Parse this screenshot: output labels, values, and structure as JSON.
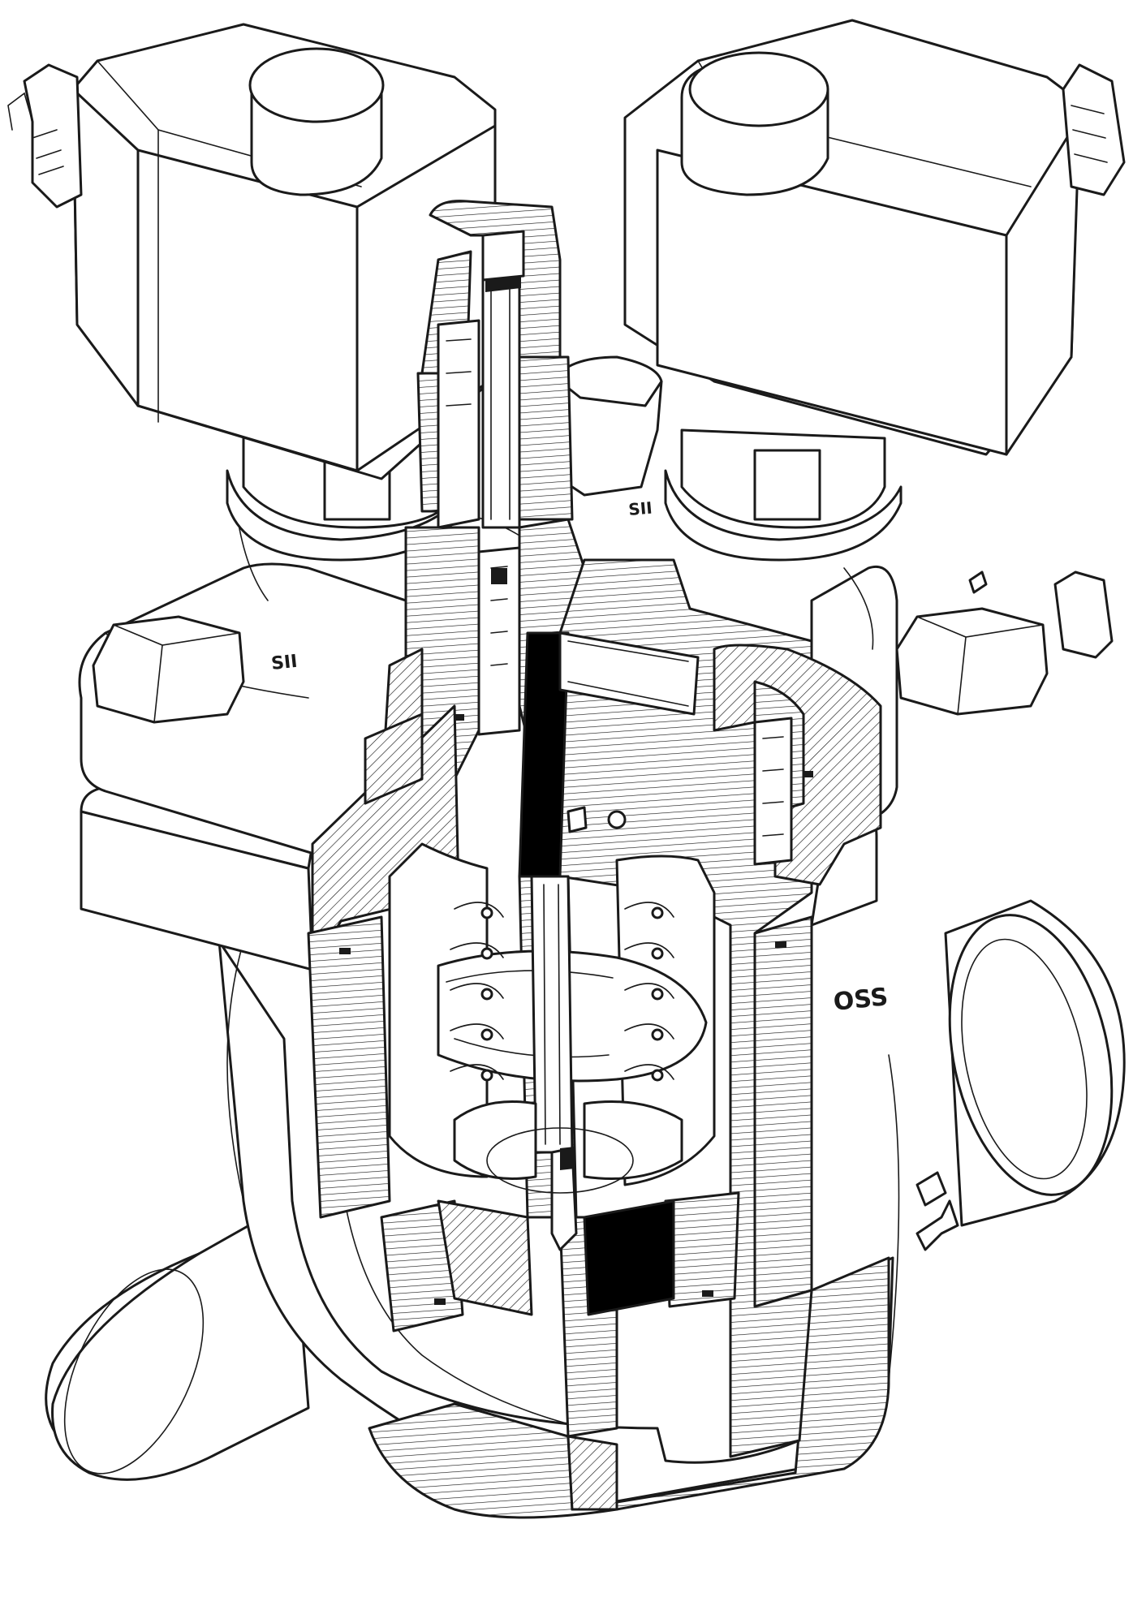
{
  "figure": {
    "markings": {
      "mark_left_plug": "SII",
      "mark_center_plug": "SII",
      "mark_body": "OSS"
    },
    "colors": {
      "line": "#1a1a1a",
      "background": "#ffffff"
    }
  }
}
